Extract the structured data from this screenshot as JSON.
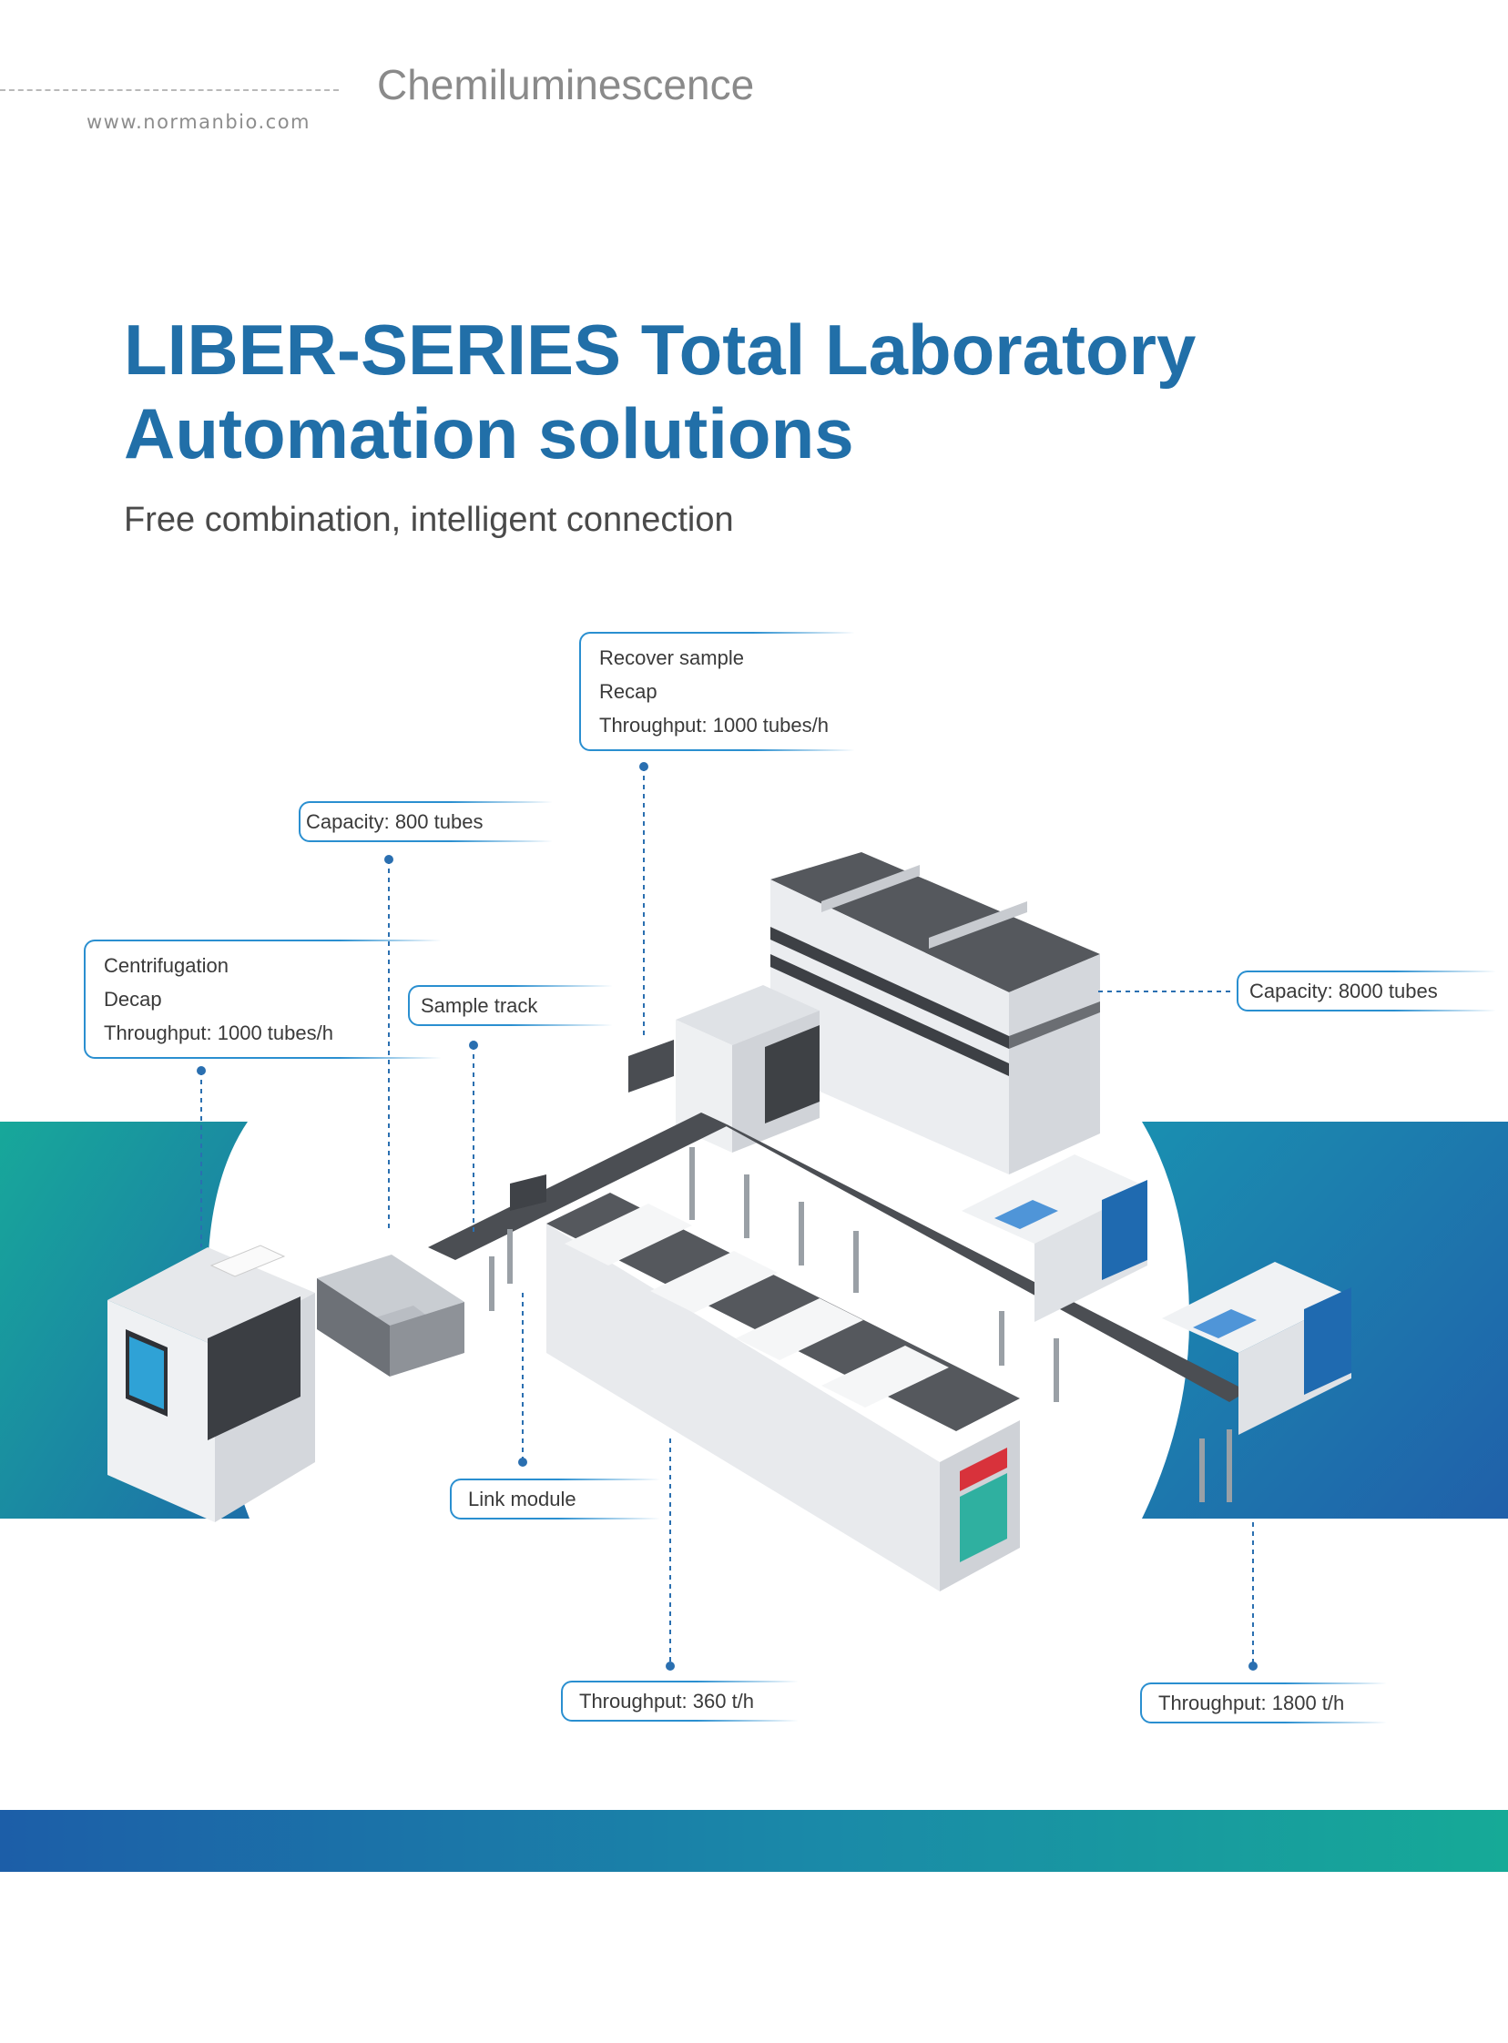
{
  "header": {
    "section": "Chemiluminescence",
    "url": "www.normanbio.com"
  },
  "title": {
    "line1": "LIBER-SERIES Total Laboratory",
    "line2": "Automation solutions"
  },
  "subtitle": "Free combination, intelligent connection",
  "callouts": {
    "recover": [
      "Recover sample",
      "Recap",
      "Throughput: 1000 tubes/h"
    ],
    "capacity800": "Capacity: 800 tubes",
    "centrifugation": [
      "Centrifugation",
      "Decap",
      "Throughput: 1000 tubes/h"
    ],
    "sample_track": "Sample track",
    "capacity8000": "Capacity: 8000 tubes",
    "link_module": "Link module",
    "throughput360": "Throughput: 360 t/h",
    "throughput1800": "Throughput: 1800 t/h"
  },
  "colors": {
    "title_blue": "#216fa8",
    "callout_border": "#2a8fd0",
    "band_left": "#1c5ea8",
    "band_right": "#16aa97"
  }
}
